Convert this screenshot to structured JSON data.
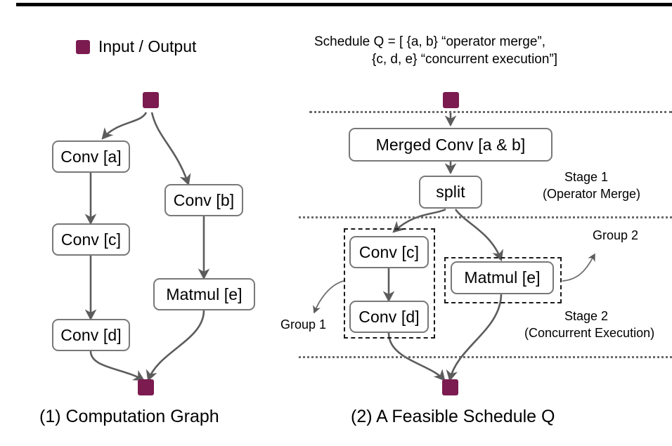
{
  "figure": {
    "legend": {
      "swatch_color": "#7B1B4F",
      "label": "Input / Output"
    },
    "captions": {
      "left": "(1) Computation Graph",
      "right": "(2) A Feasible Schedule Q"
    },
    "schedule_header": {
      "line1": "Schedule Q = [     {a, b} “operator merge”,",
      "line2": "{c, d, e} “concurrent execution”]"
    },
    "left_panel": {
      "nodes": [
        {
          "id": "input",
          "label": "",
          "type": "io"
        },
        {
          "id": "a",
          "label": "Conv [a]",
          "type": "op"
        },
        {
          "id": "b",
          "label": "Conv [b]",
          "type": "op"
        },
        {
          "id": "c",
          "label": "Conv [c]",
          "type": "op"
        },
        {
          "id": "e",
          "label": "Matmul [e]",
          "type": "op"
        },
        {
          "id": "d",
          "label": "Conv [d]",
          "type": "op"
        },
        {
          "id": "output",
          "label": "",
          "type": "io"
        }
      ],
      "edges": [
        {
          "from": "input",
          "to": "a"
        },
        {
          "from": "input",
          "to": "b"
        },
        {
          "from": "a",
          "to": "c"
        },
        {
          "from": "b",
          "to": "e"
        },
        {
          "from": "c",
          "to": "d"
        },
        {
          "from": "d",
          "to": "output"
        },
        {
          "from": "e",
          "to": "output"
        }
      ]
    },
    "right_panel": {
      "nodes": [
        {
          "id": "input",
          "label": "",
          "type": "io"
        },
        {
          "id": "merged",
          "label": "Merged Conv  [a & b]",
          "type": "op"
        },
        {
          "id": "split",
          "label": "split",
          "type": "op"
        },
        {
          "id": "c",
          "label": "Conv [c]",
          "type": "op"
        },
        {
          "id": "d",
          "label": "Conv [d]",
          "type": "op"
        },
        {
          "id": "e",
          "label": "Matmul [e]",
          "type": "op"
        },
        {
          "id": "output",
          "label": "",
          "type": "io"
        }
      ],
      "edges": [
        {
          "from": "input",
          "to": "merged"
        },
        {
          "from": "merged",
          "to": "split"
        },
        {
          "from": "split",
          "to": "c"
        },
        {
          "from": "split",
          "to": "e"
        },
        {
          "from": "c",
          "to": "d"
        },
        {
          "from": "d",
          "to": "output"
        },
        {
          "from": "e",
          "to": "output"
        }
      ],
      "groups": [
        {
          "id": "group1",
          "label": "Group 1",
          "members": [
            "c",
            "d"
          ]
        },
        {
          "id": "group2",
          "label": "Group 2",
          "members": [
            "e"
          ]
        }
      ],
      "stages": [
        {
          "id": "stage1",
          "title": "Stage 1",
          "subtitle": "(Operator Merge)"
        },
        {
          "id": "stage2",
          "title": "Stage 2",
          "subtitle": "(Concurrent Execution)"
        }
      ]
    },
    "colors": {
      "io_node": "#7B1B4F",
      "node_border": "#787878",
      "edge": "#5c5c5c",
      "separator": "#6b6b6b",
      "group_border": "#1a1a1a",
      "text": "#000000",
      "background": "#ffffff"
    }
  }
}
